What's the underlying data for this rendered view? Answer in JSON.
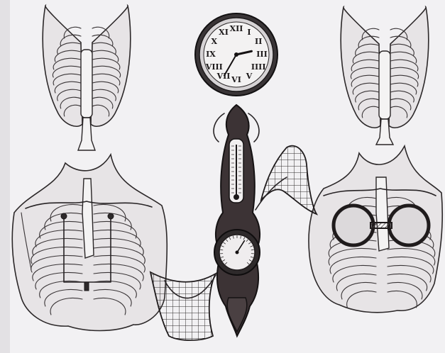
{
  "scene": {
    "background": "#f2f1f3",
    "ink_color": "#262224",
    "paper_tint": "#e7e4e6"
  },
  "clock": {
    "numerals": [
      "XII",
      "I",
      "II",
      "III",
      "IIII",
      "V",
      "VI",
      "VII",
      "VIII",
      "IX",
      "X",
      "XI"
    ],
    "time": {
      "hour": 2,
      "minute": 35
    }
  },
  "barometer_gauge": {
    "needle_fraction": 0.62
  }
}
